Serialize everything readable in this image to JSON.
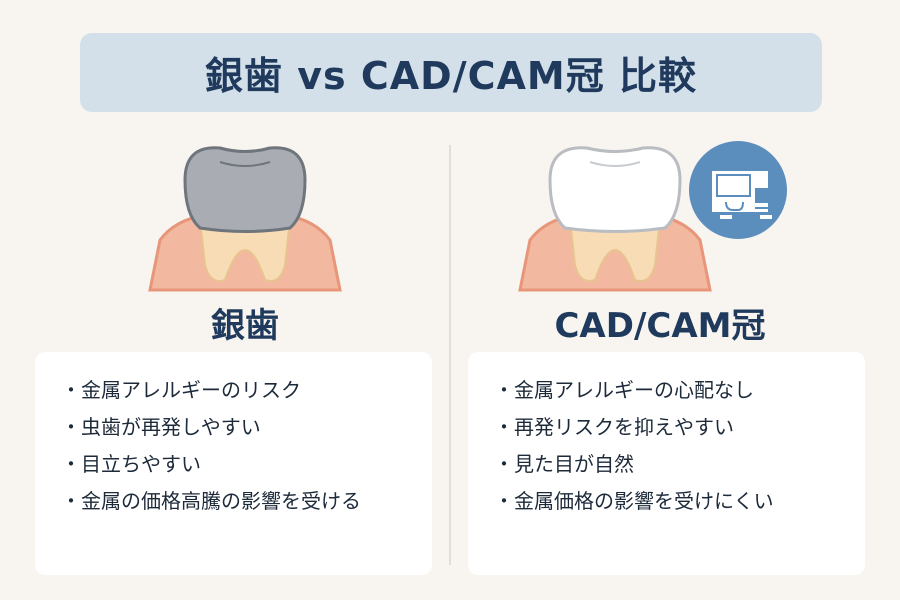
{
  "title": "銀歯 vs CAD/CAM冠 比較",
  "left": {
    "label": "銀歯",
    "items": [
      "・金属アレルギーのリスク",
      "・虫歯が再発しやすい",
      "・目立ちやすい",
      "・金属の価格高騰の影響を受ける"
    ]
  },
  "right": {
    "label": "CAD/CAM冠",
    "items": [
      "・金属アレルギーの心配なし",
      "・再発リスクを抑えやすい",
      "・見た目が自然",
      "・金属価格の影響を受けにくい"
    ]
  },
  "colors": {
    "accent": "#1f3a5c",
    "title_bg": "#d3e0ea",
    "icon_bg": "#5b8dbd",
    "gum": "#f2b8a0"
  }
}
